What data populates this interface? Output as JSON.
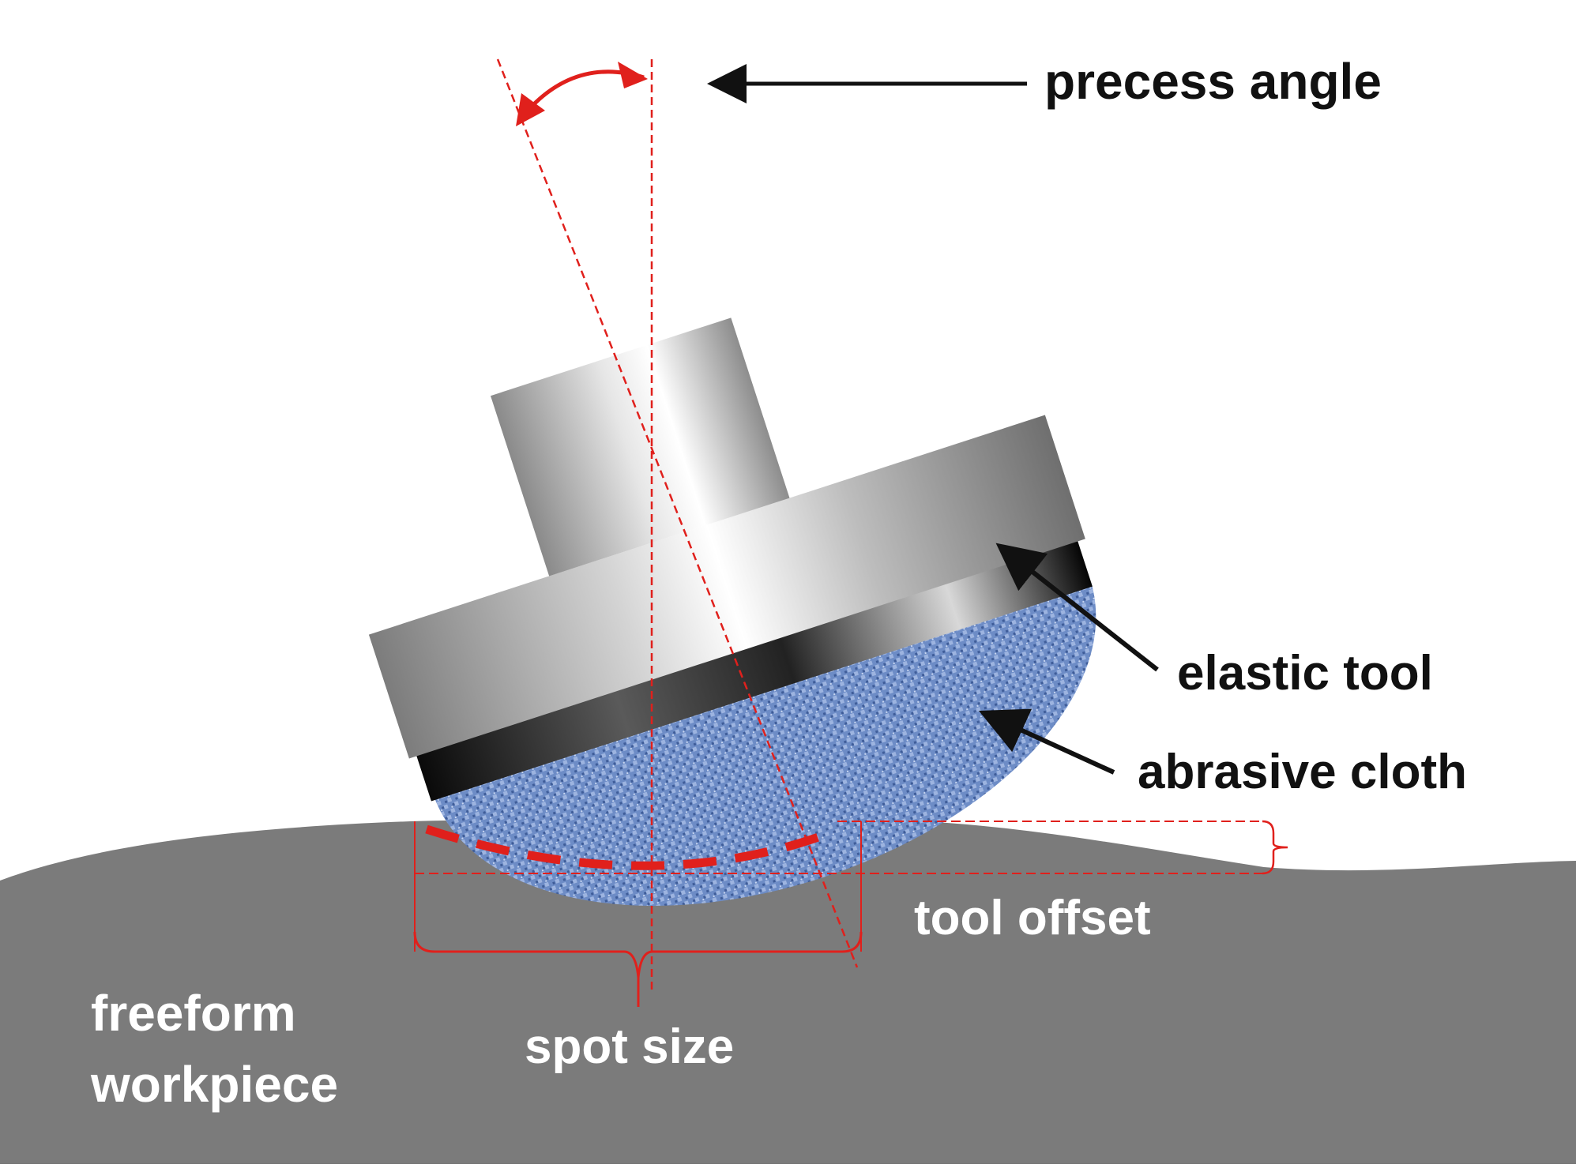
{
  "labels": {
    "precess_angle": "precess angle",
    "elastic_tool": "elastic tool",
    "abrasive_cloth": "abrasive cloth",
    "tool_offset": "tool offset",
    "spot_size": "spot size",
    "workpiece_line1": "freeform",
    "workpiece_line2": "workpiece"
  },
  "colors": {
    "background": "#ffffff",
    "workpiece": "#7b7b7b",
    "annotation_red": "#e0201c",
    "cloth_blue": "#6f8fc8",
    "label_dark": "#111111",
    "label_light": "#ffffff"
  }
}
